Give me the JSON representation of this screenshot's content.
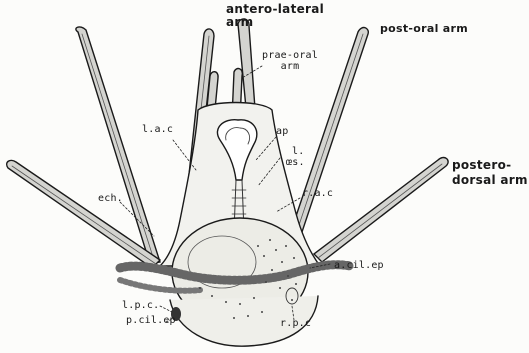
{
  "labels": {
    "antero_lateral_arm_line1": "antero-lateral",
    "antero_lateral_arm_line2": "arm",
    "post_oral_arm": "post-oral arm",
    "prae_oral_arm_line1": "prae-oral",
    "prae_oral_arm_line2": "arm",
    "postero_dorsal_arm_line1": "postero-",
    "postero_dorsal_arm_line2": "dorsal arm",
    "lac": "l.a.c",
    "ap": "ap",
    "oes_line1": "l.",
    "oes_line2": "œs.",
    "rac": "r.a.c",
    "ech": "ech.",
    "acilep": "a.cil.ep",
    "lpc": "l.p.c.",
    "pcilep": "p.cil.ep",
    "rpc": "r.p.c"
  },
  "colors": {
    "ink": "#1a1a1a",
    "paper": "#fcfcfa",
    "band": "#8a8a8a"
  }
}
